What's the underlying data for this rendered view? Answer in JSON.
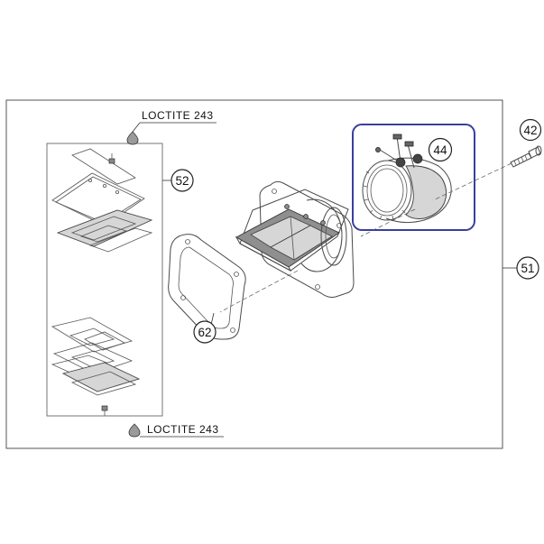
{
  "labels": {
    "loctite_top": "LOCTITE 243",
    "loctite_bottom": "LOCTITE 243"
  },
  "callouts": {
    "c42": "42",
    "c44": "44",
    "c51": "51",
    "c52": "52",
    "c62": "62"
  },
  "colors": {
    "highlight_box": "#3a3f9e",
    "line": "#4a4a4a"
  }
}
